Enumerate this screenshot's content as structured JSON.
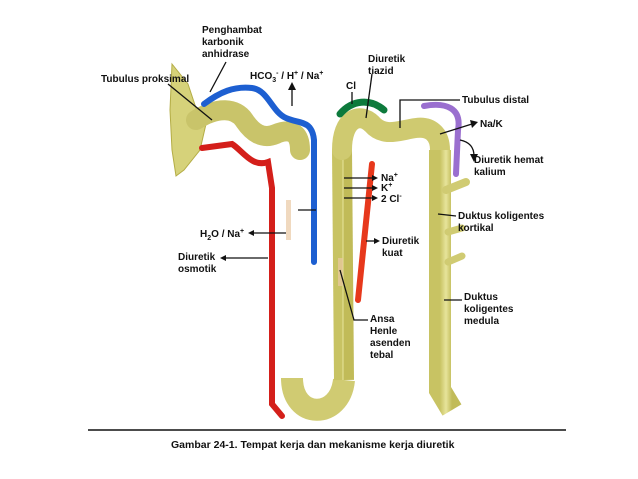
{
  "labels": {
    "penghambat": [
      "Penghambat",
      "karbonik",
      "anhidrase"
    ],
    "tubulus_proksimal": "Tubulus proksimal",
    "hco3_ion": "HCO",
    "hco3_sub": "3",
    "hco3_sup": "-",
    "hco3_rest": " / H",
    "hco3_sup2": "+",
    "hco3_rest2": " / Na",
    "hco3_sup3": "+",
    "cl": "Cl",
    "diuretik_tiazid": [
      "Diuretik",
      "tiazid"
    ],
    "tubulus_distal": "Tubulus distal",
    "na_k": "Na/K",
    "diuretik_hemat_kalium": [
      "Diuretik hemat",
      "kalium"
    ],
    "na_plus": "Na",
    "k_plus": "K",
    "two_cl": "2 Cl",
    "ion_sup_plus": "+",
    "ion_sup_minus": "-",
    "duktus_kortikal": [
      "Duktus koligentes",
      "kortikal"
    ],
    "h2o_na_a": "H",
    "h2o_na_sub": "2",
    "h2o_na_b": "O / Na",
    "h2o_na_sup": "+",
    "diuretik_kuat": [
      "Diuretik",
      "kuat"
    ],
    "diuretik_osmotik": [
      "Diuretik",
      "osmotik"
    ],
    "duktus_medula": [
      "Duktus",
      "koligentes",
      "medula"
    ],
    "ansa_henle": [
      "Ansa",
      "Henle",
      "asenden",
      "tebal"
    ]
  },
  "caption": "Gambar 24-1. Tempat kerja dan mekanisme kerja diuretik",
  "colors": {
    "tubule_fill": "#d6d27a",
    "tubule_stroke": "#b4ad45",
    "blue": "#1d5fd1",
    "red": "#d41f1a",
    "green": "#0d7a3c",
    "purple": "#9a6fcf",
    "text": "#111111"
  }
}
